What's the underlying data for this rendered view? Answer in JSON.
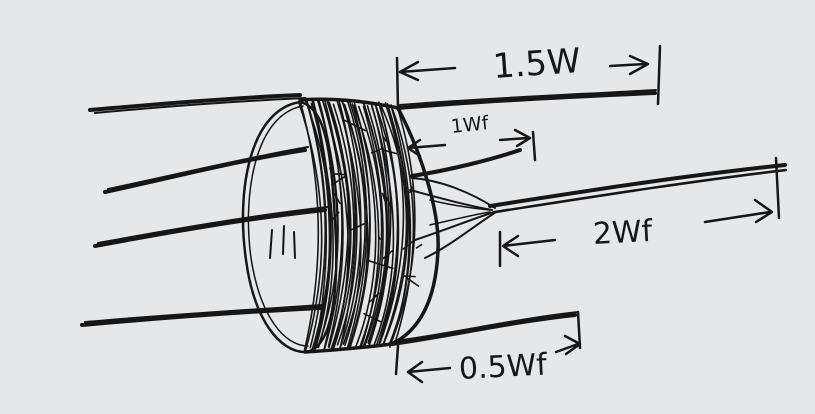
{
  "diagram": {
    "labels": {
      "length_top": "1.5W",
      "length_mid": "1Wf",
      "length_right": "2Wf",
      "length_bottom": "0.5Wf"
    },
    "colors": {
      "paper": "#e6e7e9",
      "ink": "#161616"
    }
  }
}
